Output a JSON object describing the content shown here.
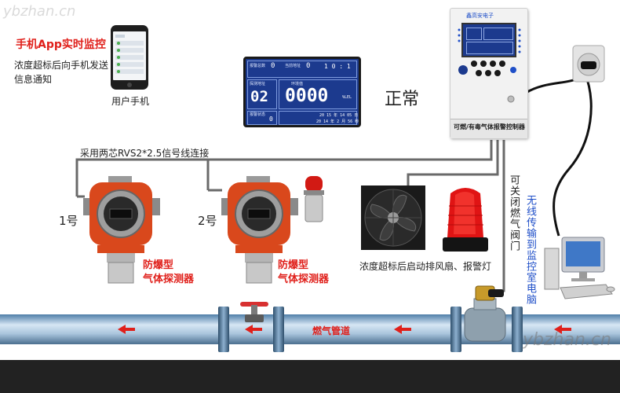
{
  "app_notice": {
    "title": "手机App实时监控",
    "line1": "浓度超标后向手机发送",
    "line2": "信息通知",
    "phone_label": "用户手机"
  },
  "display": {
    "status_text": "正常",
    "label_alarm_addr": "报警总数",
    "label_current_addr": "当前地址",
    "label_probe_addr": "探测地址",
    "label_env_value": "环境值",
    "label_alarm_status": "报警状态",
    "val_alarm_total": "0",
    "val_current_addr": "0",
    "val_ratio": "1 0 : 1",
    "val_address": "02",
    "val_concentration": "0000",
    "val_unit": "%LEL",
    "val_status": "0",
    "val_date": "20 15 年  14 05 日",
    "val_time": "20 14 年 2 月 56 秒"
  },
  "controller": {
    "brand": "鑫高安电子",
    "label": "可燃/有毒气体报警控制器"
  },
  "wiring_label": "采用两芯RVS2*2.5信号线连接",
  "detectors": [
    {
      "number": "1号",
      "type_line1": "防爆型",
      "type_line2": "气体探测器"
    },
    {
      "number": "2号",
      "type_line1": "防爆型",
      "type_line2": "气体探测器"
    }
  ],
  "fan_caption": "浓度超标后启动排风扇、报警灯",
  "valve_caption": "可关闭燃气阀门",
  "wireless_caption": "无线传输到监控室电脑",
  "pipe_label": "燃气管道",
  "watermark": "ybzhan.cn",
  "colors": {
    "accent_red": "#e0201b",
    "lcd_blue": "#1c3a8e",
    "detector_orange": "#d9481c",
    "pipe_blue": "#6f97ba",
    "wireless_blue": "#1f4fc8"
  }
}
